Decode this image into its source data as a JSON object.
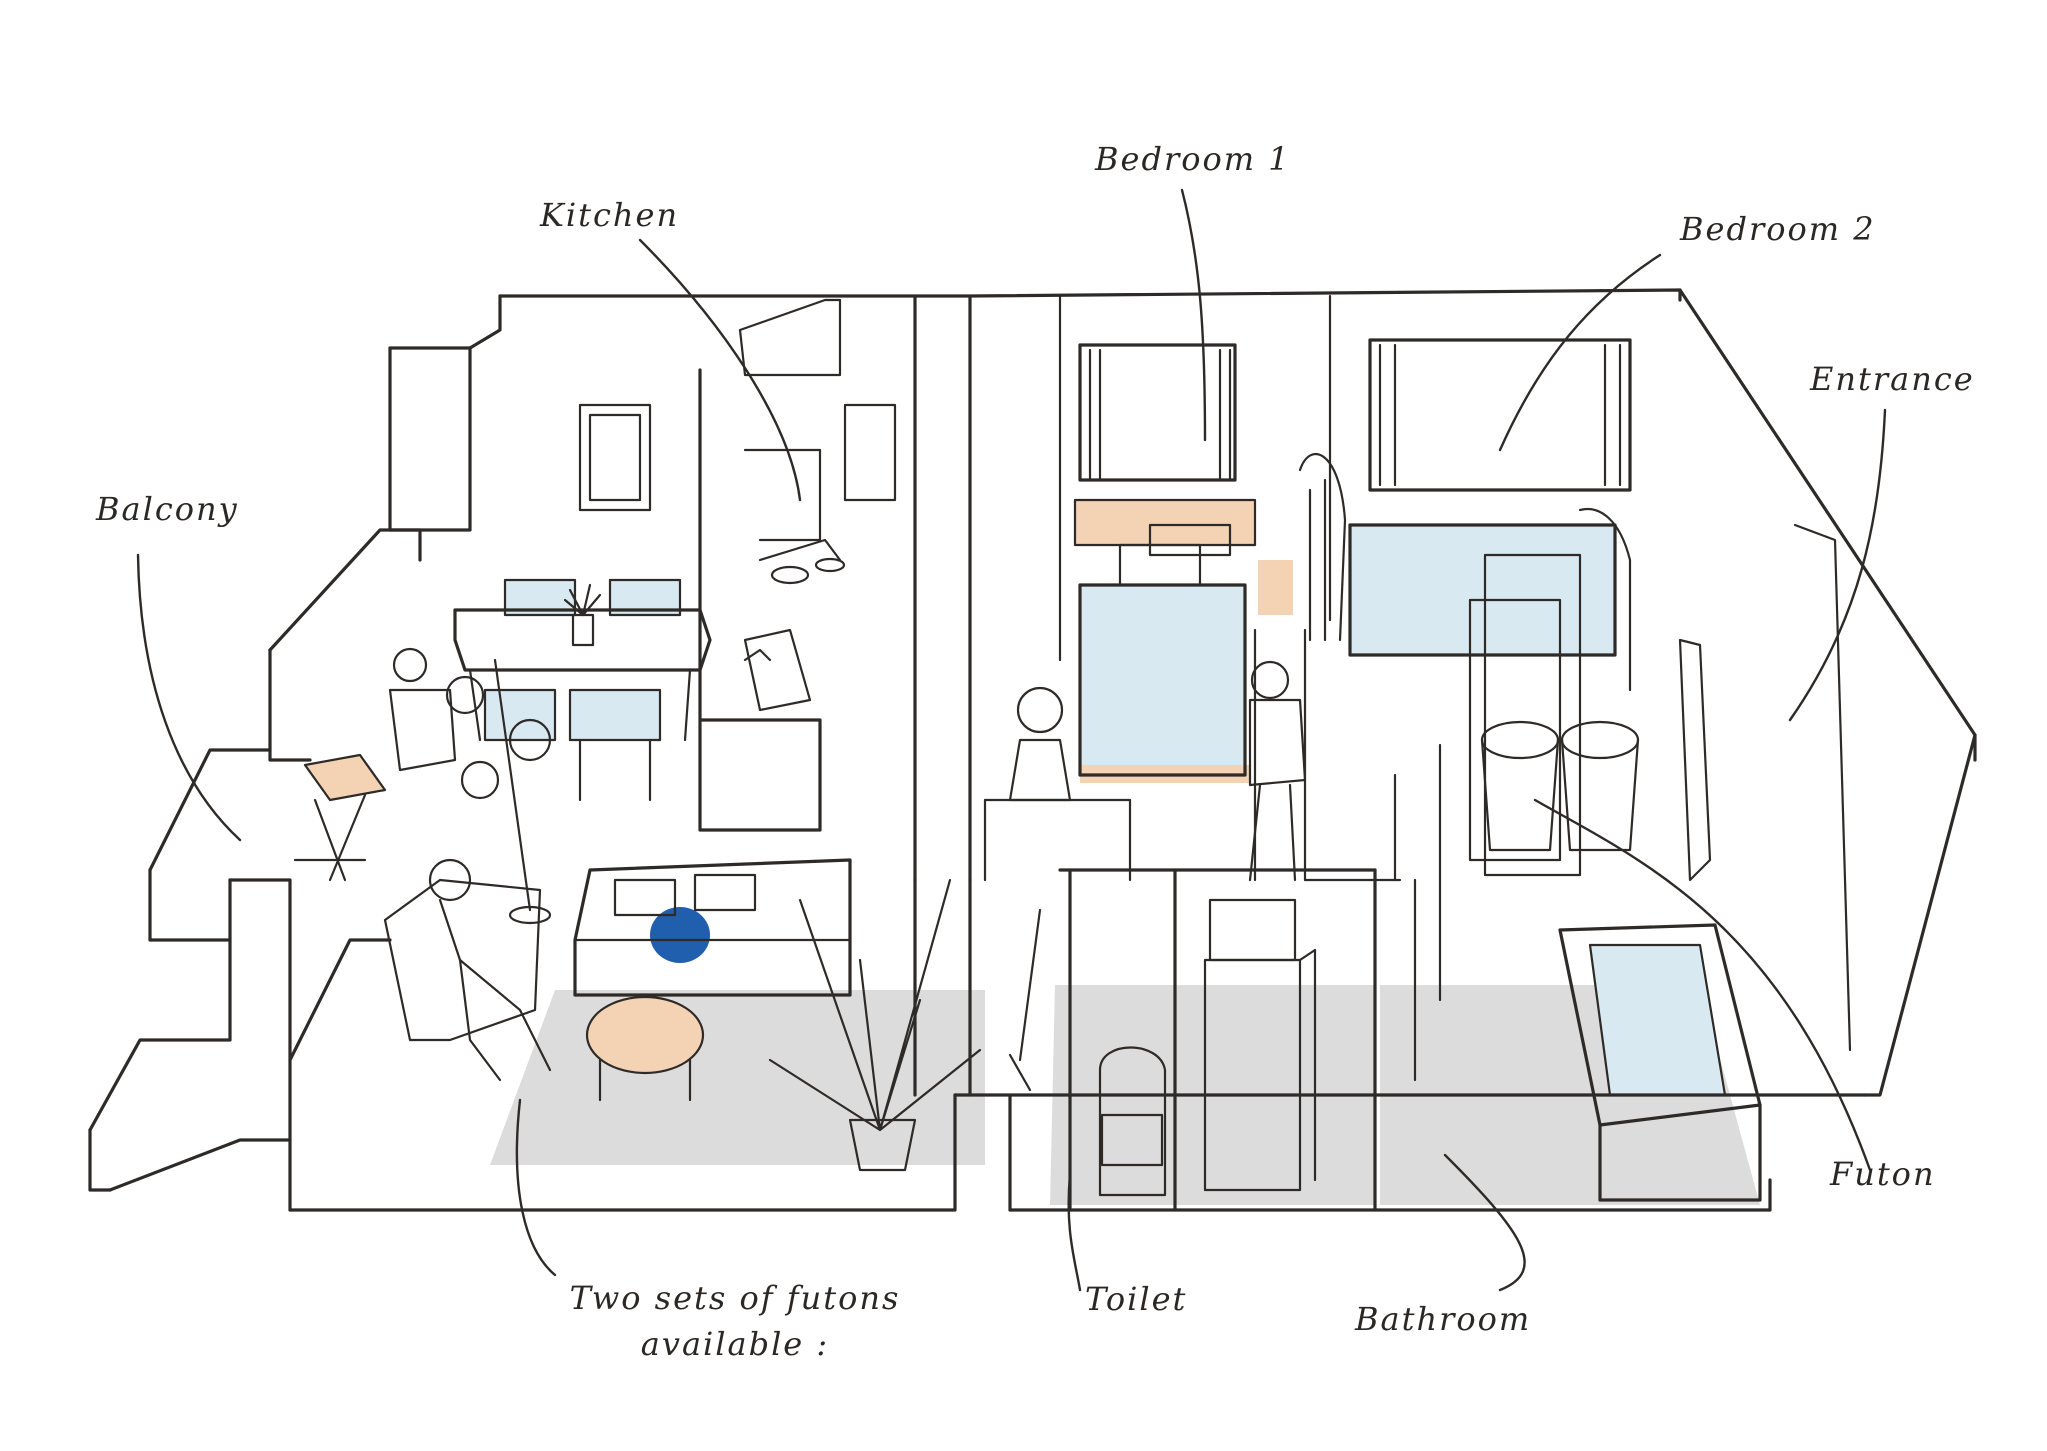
{
  "labels": {
    "balcony": "Balcony",
    "kitchen": "Kitchen",
    "bedroom1": "Bedroom 1",
    "bedroom2": "Bedroom 2",
    "entrance": "Entrance",
    "futon": "Futon",
    "bathroom": "Bathroom",
    "toilet": "Toilet",
    "futons_note": "Two sets of futons available :"
  },
  "colors": {
    "ink": "#2e2a27",
    "rug_gray": "#dcdcdc",
    "bed_blue": "#d8e9f2",
    "wood": "#f3d3b3",
    "cushion_blue": "#1f5fae",
    "plant_green": "#4a4a4a"
  }
}
